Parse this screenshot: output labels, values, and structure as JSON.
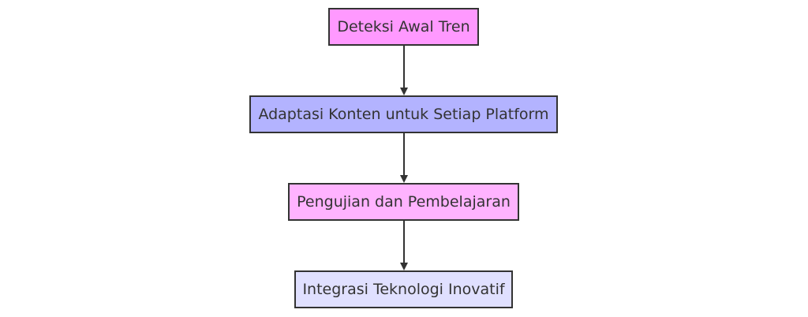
{
  "nodes": [
    {
      "label": "Deteksi Awal Tren",
      "fill": "#ff99ff"
    },
    {
      "label": "Adaptasi Konten untuk Setiap Platform",
      "fill": "#b3b3ff"
    },
    {
      "label": "Pengujian dan Pembelajaran",
      "fill": "#ffb3ff"
    },
    {
      "label": "Integrasi Teknologi Inovatif",
      "fill": "#e0e0ff"
    }
  ],
  "colors": {
    "stroke": "#333333",
    "text": "#333333",
    "arrow": "#333333"
  }
}
